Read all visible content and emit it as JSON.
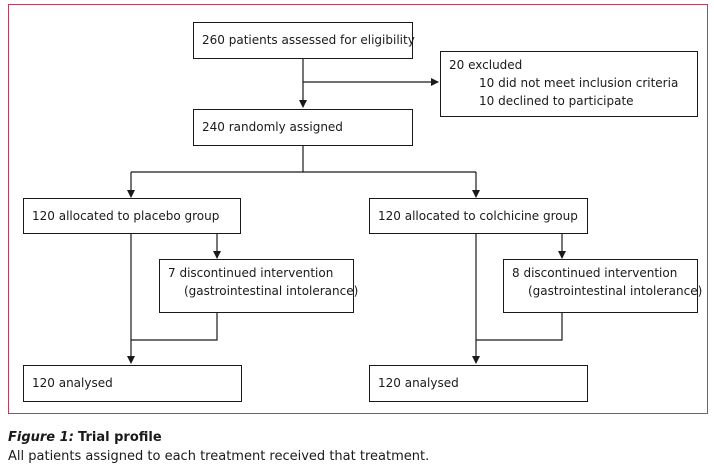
{
  "flow": {
    "assessed": "260 patients assessed for eligibility",
    "excluded": {
      "title": "20 excluded",
      "items": [
        "10 did not meet inclusion criteria",
        "10 declined to participate"
      ]
    },
    "randomised": "240 randomly assigned",
    "placebo": {
      "allocated": "120 allocated to placebo group",
      "discontinued_line1": "7 discontinued intervention",
      "discontinued_line2": "(gastrointestinal intolerance)",
      "analysed": "120 analysed"
    },
    "colchicine": {
      "allocated": "120 allocated to colchicine group",
      "discontinued_line1": "8 discontinued intervention",
      "discontinued_line2": "(gastrointestinal intolerance)",
      "analysed": "120 analysed"
    }
  },
  "caption": {
    "prefix": "Figure 1:",
    "title": "Trial profile",
    "note": "All patients assigned to each treatment received that treatment."
  },
  "colors": {
    "frame": "#b5415b",
    "line": "#1a1a1a"
  }
}
